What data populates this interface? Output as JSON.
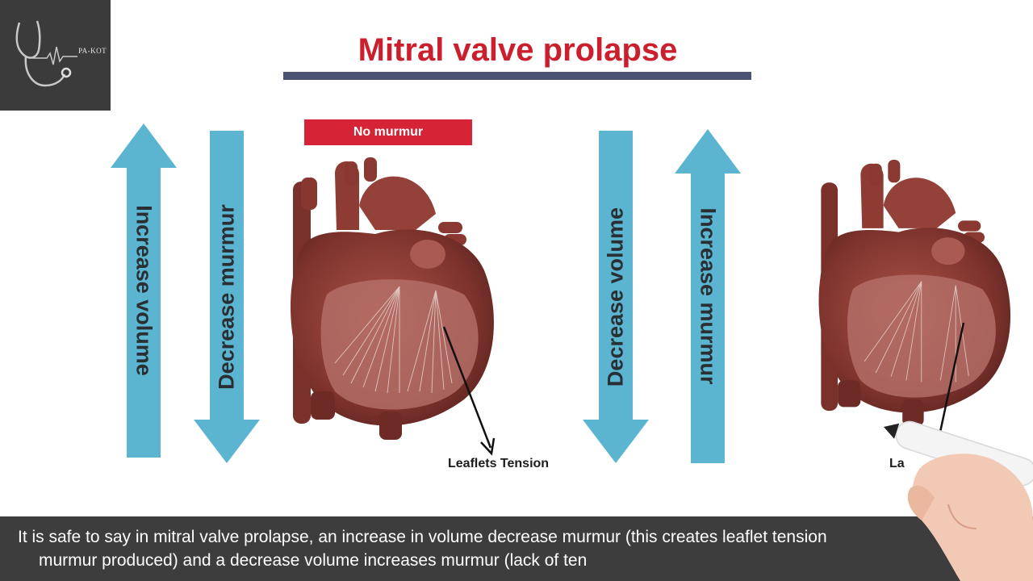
{
  "logo": {
    "text": "PA-KOT",
    "icon": "stethoscope-icon"
  },
  "title": "Mitral valve prolapse",
  "badge": "No murmur",
  "arrows": {
    "left_increase_volume": "Increase volume",
    "left_decrease_murmur": "Decrease murmur",
    "right_decrease_volume": "Decrease volume",
    "right_increase_murmur": "Increase murmur"
  },
  "annotations": {
    "left": "Leaflets Tension",
    "right_partial": "La"
  },
  "caption": {
    "line1": "It is safe to say in mitral valve prolapse, an increase in volume decrease murmur  (this creates leaflet  tension",
    "line2": "murmur produced) and a decrease volume increases  murmur (lack of ten"
  },
  "colors": {
    "accent_red": "#cc1f2d",
    "arrow_blue": "#5bb5d0",
    "rule_navy": "#4b5373",
    "caption_bg": "#3d3d3d",
    "heart_red": "#8a3a33"
  }
}
